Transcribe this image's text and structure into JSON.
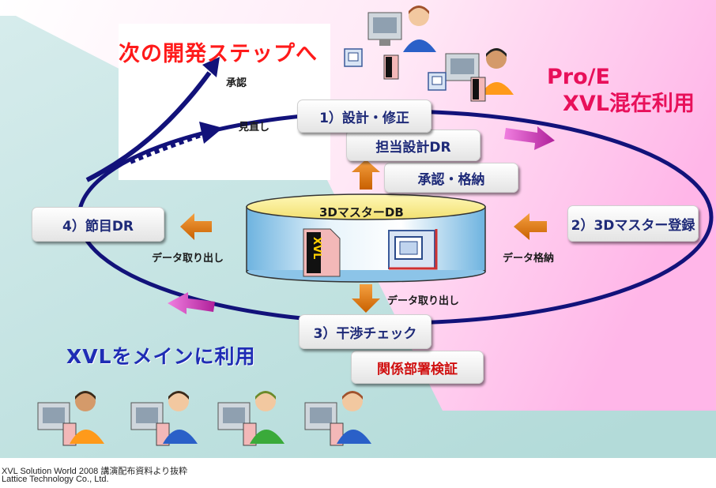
{
  "title": "次の開発ステップへ",
  "region_labels": {
    "pro_e_line1": "Pro/E",
    "pro_e_line2": "XVL混在利用",
    "xvl_main": "XVLをメインに利用"
  },
  "arrow_labels": {
    "approve": "承認",
    "review": "見直し",
    "data_out_left": "データ取り出し",
    "data_store": "データ格納",
    "data_out_bottom": "データ取り出し"
  },
  "steps": {
    "design": "1）設計・修正",
    "designer_dr": "担当設計DR",
    "approve_store": "承認・格納",
    "master_register": "2）3Dマスター登録",
    "interference_check": "3）干渉チェック",
    "dept_verify": "関係部署検証",
    "milestone_dr": "4）節目DR"
  },
  "database": {
    "label": "3DマスターDB",
    "icons": [
      "xvl-file-icon",
      "proe-file-icon"
    ]
  },
  "footer": {
    "line1": "XVL Solution World 2008 講演配布資料より抜粋",
    "line2": "Lattice Technology Co., Ltd."
  },
  "colors": {
    "cycle_line": "#12127a",
    "arrow_orange": "#e07a10",
    "arrow_magenta": "#d035b8",
    "title_red": "#ff1a1a",
    "pro_e_pink": "#e8105a",
    "xvl_blue": "#1f2db5"
  }
}
